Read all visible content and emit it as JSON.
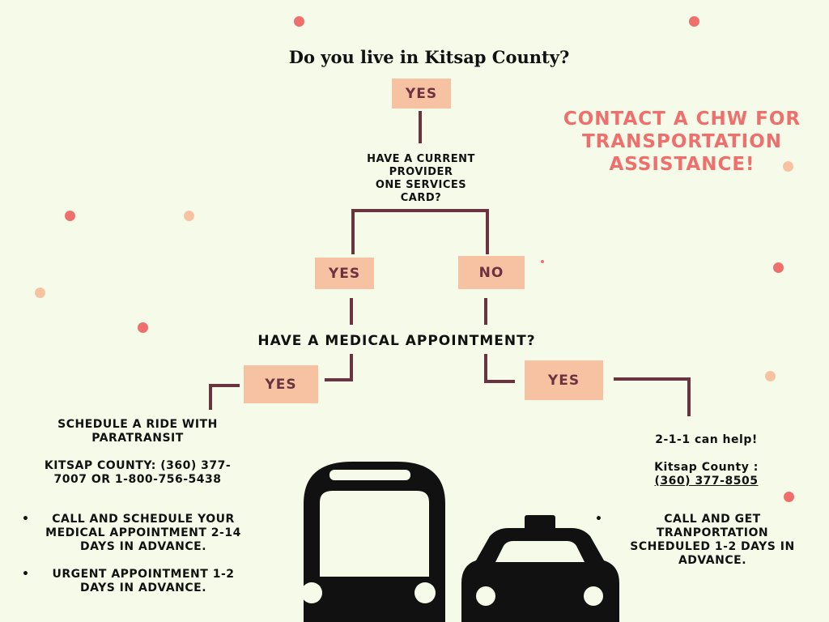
{
  "title": "Do you live in Kitsap County?",
  "yes_1": "YES",
  "q_provider": "HAVE A CURRENT\nPROVIDER\nONE SERVICES\nCARD?",
  "yes_2": "YES",
  "no_2": "NO",
  "q_medical": "HAVE A MEDICAL APPOINTMENT?",
  "yes_3": "YES",
  "yes_4": "YES",
  "contact": "CONTACT A CHW FOR TRANSPORTATION ASSISTANCE!",
  "left": {
    "heading": "SCHEDULE A RIDE WITH PARATRANSIT",
    "phone": "KITSAP COUNTY: (360) 377-7007 OR 1-800-756-5438",
    "bullets": [
      "CALL AND SCHEDULE YOUR MEDICAL APPOINTMENT 2-14 DAYS IN ADVANCE.",
      "URGENT APPOINTMENT 1-2 DAYS IN ADVANCE."
    ]
  },
  "right": {
    "heading": "2-1-1 can help!",
    "county_label": "Kitsap County :",
    "phone": "(360) 377-8505",
    "bullet": "CALL AND GET TRANPORTATION SCHEDULED 1-2 DAYS IN ADVANCE."
  },
  "colors": {
    "background": "#f6fbe9",
    "box": "#f7c2a2",
    "box_text": "#6b3340",
    "line": "#6b3340",
    "accent": "#ee6f6b",
    "dot_peach": "#f7c2a2"
  },
  "icons": [
    "bus-icon",
    "taxi-icon"
  ]
}
